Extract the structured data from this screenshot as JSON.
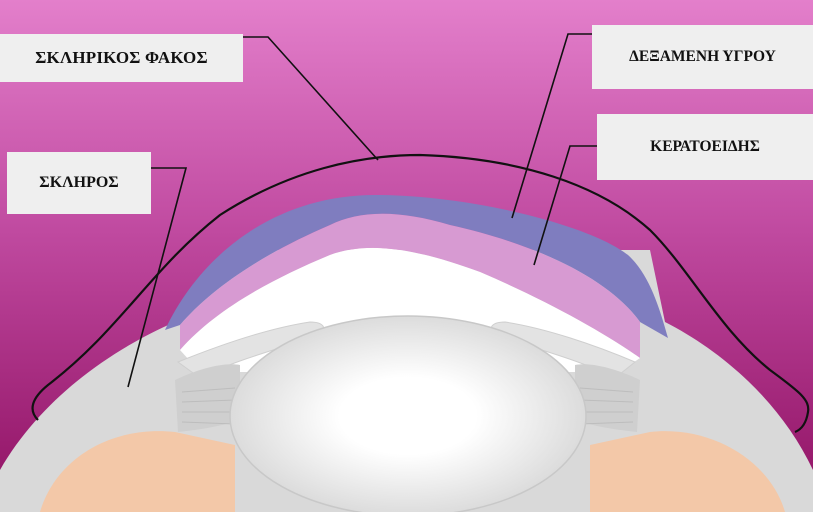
{
  "labels": {
    "scleral_lens": "ΣΚΛΗΡΙΚΟΣ ΦΑΚΟΣ",
    "fluid_reservoir": "ΔΕΞΑΜΕΝΗ ΥΓΡΟΥ",
    "cornea": "ΚΕΡΑΤΟΕΙΔΗΣ",
    "sclera": "ΣΚΛΗΡΟΣ"
  },
  "colors": {
    "background_top": "#e37fcb",
    "background_bottom": "#8f1062",
    "fluid_reservoir": "#7f7dbf",
    "cornea": "#d79ad2",
    "sclera": "#d9d9d9",
    "iris_tissue": "#f3c8a8",
    "lens_outline": "#111111"
  }
}
